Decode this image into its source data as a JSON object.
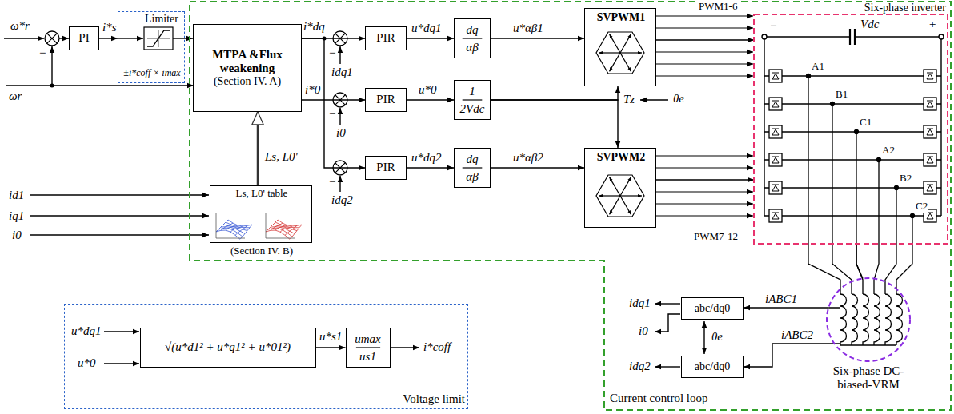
{
  "diagram": {
    "nodes": [
      {
        "text": [
          "PI"
        ]
      },
      {
        "text": [
          "Limiter",
          "±i*coff × imax"
        ]
      },
      {
        "text": [
          "Current control loop"
        ]
      },
      {
        "text": [
          "MTPA &Flux weakening",
          "(Section IV. A)"
        ],
        "in": 2
      },
      {
        "text": [
          "Ls, L0' table",
          "(Section IV. B)"
        ],
        "in": 2
      },
      {
        "text": [
          "PIR"
        ],
        "in": 2
      },
      {
        "text": [
          "PIR"
        ],
        "in": 2
      },
      {
        "text": [
          "PIR"
        ],
        "in": 2
      },
      {
        "text": [
          "dq αβ"
        ],
        "in": 2
      },
      {
        "text": [
          "1 2Vdc"
        ],
        "in": 2
      },
      {
        "text": [
          "dq αβ"
        ],
        "in": 2
      },
      {
        "text": [
          "SVPWM1"
        ],
        "in": 2
      },
      {
        "text": [
          "SVPWM2"
        ],
        "in": 2
      },
      {
        "text": [
          "Six-phase inverter"
        ],
        "in": 2
      },
      {
        "text": [
          "abc/dq0"
        ],
        "in": 2
      },
      {
        "text": [
          "abc/dq0"
        ],
        "in": 2
      },
      {
        "text": [
          "Six-phase DC-biased-VRM"
        ],
        "in": 2
      },
      {
        "text": [
          "Voltage limit"
        ]
      },
      {
        "text": [
          "√(u*d1² + u*q1² + u*01²)"
        ],
        "in": 17
      },
      {
        "text": [
          "umax us1"
        ],
        "in": 17
      }
    ],
    "edges": [
      {
        "from": 0,
        "to": 1,
        "arrow": "to"
      },
      {
        "from": 1,
        "to": 3,
        "arrow": "to"
      },
      {
        "from": 4,
        "to": 3,
        "arrow": "to",
        "label": "Ls, L0'"
      },
      {
        "from": 3,
        "to": 5,
        "arrow": "to"
      },
      {
        "from": 3,
        "to": 6,
        "arrow": "to"
      },
      {
        "from": 3,
        "to": 7,
        "arrow": "to"
      },
      {
        "from": 5,
        "to": 8,
        "arrow": "to",
        "label": "u*dq1"
      },
      {
        "from": 6,
        "to": 9,
        "arrow": "to",
        "label": "u*0"
      },
      {
        "from": 7,
        "to": 10,
        "arrow": "to",
        "label": "u*dq2"
      },
      {
        "from": 8,
        "to": 11,
        "arrow": "to",
        "label": "u*αβ1"
      },
      {
        "from": 9,
        "to": 11,
        "arrow": "to"
      },
      {
        "from": 9,
        "to": 12,
        "arrow": "to"
      },
      {
        "from": 10,
        "to": 12,
        "arrow": "to",
        "label": "u*αβ2"
      },
      {
        "from": 11,
        "to": 13,
        "arrow": "to"
      },
      {
        "from": 12,
        "to": 13,
        "arrow": "to"
      },
      {
        "from": 13,
        "to": 16,
        "arrow": "none"
      },
      {
        "from": 16,
        "to": 14,
        "arrow": "to",
        "label": "iABC1"
      },
      {
        "from": 16,
        "to": 15,
        "arrow": "to",
        "label": "iABC2"
      },
      {
        "from": 18,
        "to": 19,
        "arrow": "to",
        "label": "u*s1"
      }
    ],
    "labels": [
      "ω*r",
      "−",
      "ωr",
      "i*s",
      "i*dq",
      "i*0",
      "−",
      "idq1",
      "−",
      "i0",
      "−",
      "idq2",
      "Tz",
      "θe",
      "PWM1-6",
      "PWM7-12",
      "Vdc",
      "−",
      "+",
      "A1",
      "B1",
      "C1",
      "A2",
      "B2",
      "C2",
      "id1",
      "iq1",
      "i0",
      "idq1",
      "i0",
      "idq2",
      "θe",
      "u*dq1",
      "u*0",
      "i*coff"
    ]
  }
}
